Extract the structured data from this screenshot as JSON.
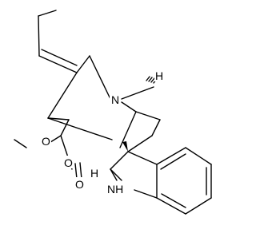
{
  "molecule": {
    "atoms": [
      {
        "id": "N4",
        "text": "N"
      },
      {
        "id": "NH",
        "text": "NH"
      },
      {
        "id": "O_ether",
        "text": "O"
      },
      {
        "id": "O_ring",
        "text": "O"
      },
      {
        "id": "O_carbonyl",
        "text": "O"
      },
      {
        "id": "H_a",
        "text": "H"
      },
      {
        "id": "H_b",
        "text": "H"
      }
    ]
  }
}
